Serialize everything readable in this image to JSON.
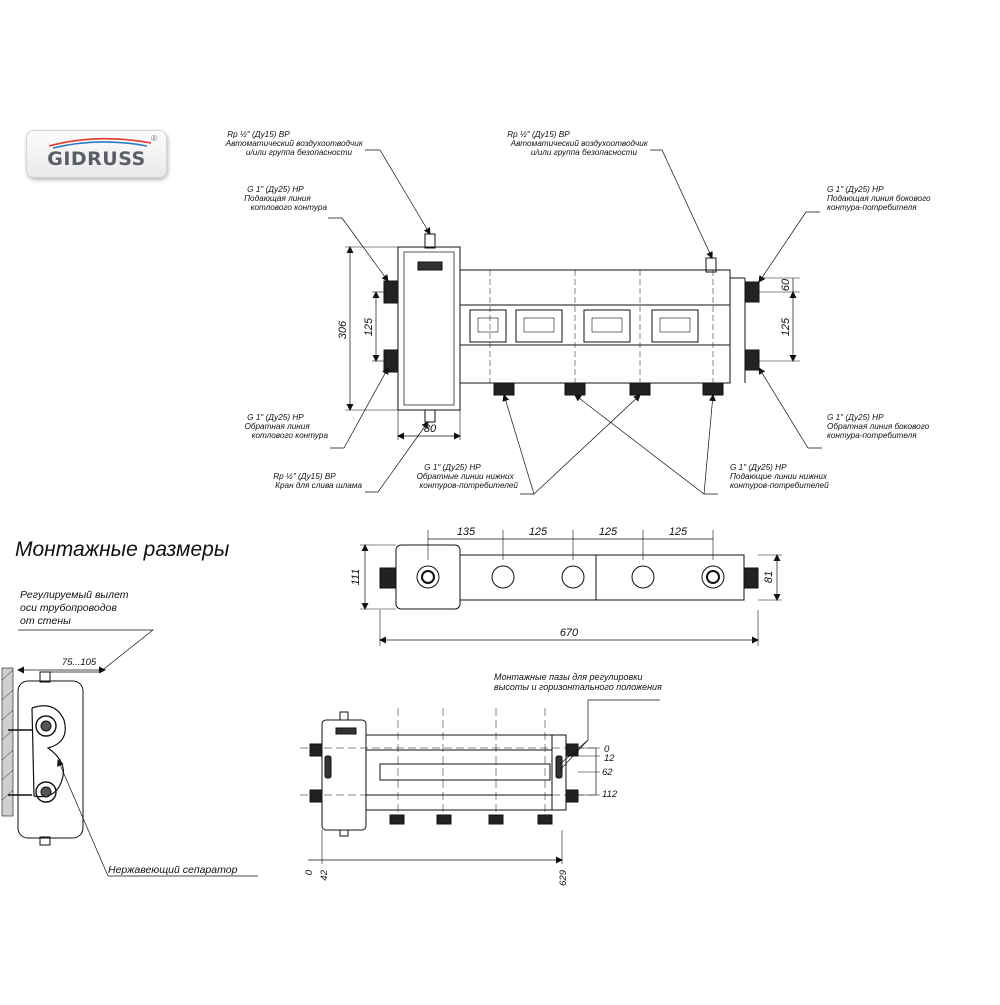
{
  "logo": {
    "brand": "GIDRUSS",
    "registered": "®"
  },
  "callouts": {
    "air_vent_left": [
      "Rp ½\" (Ду15) ВР",
      "Автоматический воздухоотводчик",
      "и/или группа безопасности"
    ],
    "air_vent_right": [
      "Rp ½\" (Ду15) ВР",
      "Автоматический воздухоотводчик",
      "и/или группа безопасности"
    ],
    "boiler_supply": [
      "G 1\" (Ду25) НР",
      "Подающая линия",
      "котлового контура"
    ],
    "boiler_return": [
      "G 1\" (Ду25) НР",
      "Обратная линия",
      "котлового контура"
    ],
    "drain_valve": [
      "Rp ½\" (Ду15) ВР",
      "Кран для слива шлама"
    ],
    "side_supply": [
      "G 1\" (Ду25) НР",
      "Подающая линия бокового",
      "контура-потребителя"
    ],
    "side_return": [
      "G 1\" (Ду25) НР",
      "Обратная линия бокового",
      "контура-потребителя"
    ],
    "bottom_returns": [
      "G 1\" (Ду25) НР",
      "Обратные линии нижних",
      "контуров-потребителей"
    ],
    "bottom_supplies": [
      "G 1\" (Ду25) НР",
      "Подающие линии нижних",
      "контуров-потребителей"
    ],
    "mounting_slots": [
      "Монтажные пазы для регулировки",
      "высоты и горизонтального положения"
    ],
    "wall_offset": [
      "Регулируемый вылет",
      "оси трубопроводов",
      "от стены"
    ],
    "separator": "Нержавеющий сепаратор"
  },
  "section_title": "Монтажные размеры",
  "dimensions": {
    "front_306": "306",
    "front_125_left": "125",
    "front_80": "80",
    "front_60": "60",
    "front_125_right": "125",
    "top_135": "135",
    "top_125_a": "125",
    "top_125_b": "125",
    "top_125_c": "125",
    "top_111": "111",
    "top_81": "81",
    "top_670": "670",
    "wall_75_105": "75...105",
    "mount_0": "0",
    "mount_12": "12",
    "mount_62": "62",
    "mount_112": "112",
    "mount_bottom_0": "0",
    "mount_bottom_42": "42",
    "mount_bottom_629": "629"
  }
}
